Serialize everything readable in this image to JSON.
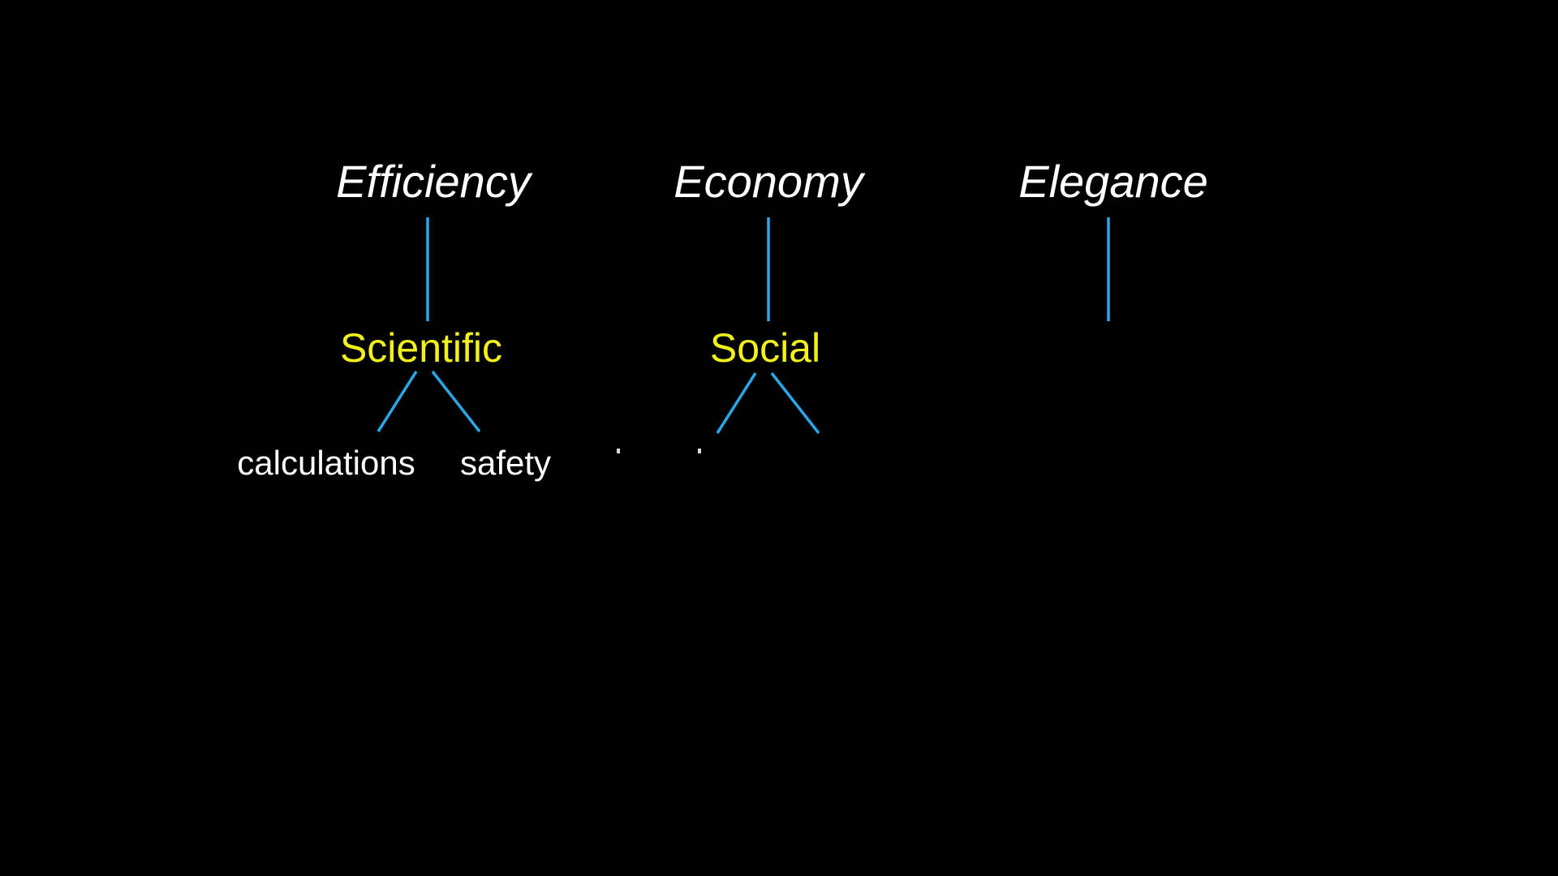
{
  "diagram": {
    "line_color": "#2aa7e8",
    "top_color": "#ffffff",
    "mid_color": "#f2f21a",
    "leaf_color": "#ffffff",
    "columns": [
      {
        "title": "Efficiency",
        "child": "Scientific",
        "leaves": [
          "calculations",
          "safety"
        ]
      },
      {
        "title": "Economy",
        "child": "Social",
        "leaves": []
      },
      {
        "title": "Elegance",
        "child": "",
        "leaves": []
      }
    ]
  }
}
